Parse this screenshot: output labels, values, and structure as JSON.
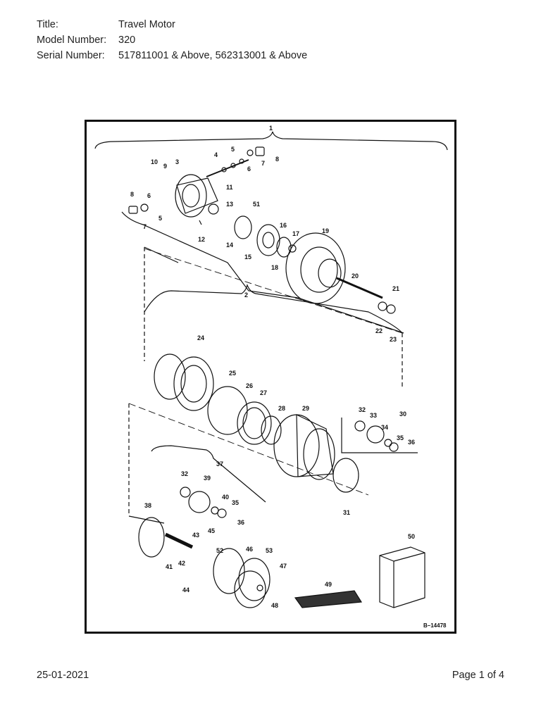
{
  "header": {
    "title_label": "Title:",
    "title_value": "Travel Motor",
    "model_label": "Model Number:",
    "model_value": "320",
    "serial_label": "Serial Number:",
    "serial_value": "517811001 & Above, 562313001 & Above"
  },
  "diagram": {
    "part_numbers": [
      "1",
      "2",
      "3",
      "4",
      "5",
      "6",
      "7",
      "8",
      "9",
      "10",
      "11",
      "12",
      "13",
      "14",
      "15",
      "16",
      "17",
      "18",
      "19",
      "20",
      "21",
      "22",
      "23",
      "24",
      "25",
      "26",
      "27",
      "28",
      "29",
      "30",
      "31",
      "32",
      "33",
      "34",
      "35",
      "36",
      "37",
      "38",
      "39",
      "40",
      "41",
      "42",
      "43",
      "44",
      "45",
      "46",
      "47",
      "48",
      "49",
      "50",
      "51",
      "52",
      "53",
      "5",
      "6",
      "7",
      "8",
      "32",
      "35",
      "36"
    ],
    "drawing_ref": "B–14478"
  },
  "footer": {
    "date": "25-01-2021",
    "page": "Page 1 of 4"
  }
}
